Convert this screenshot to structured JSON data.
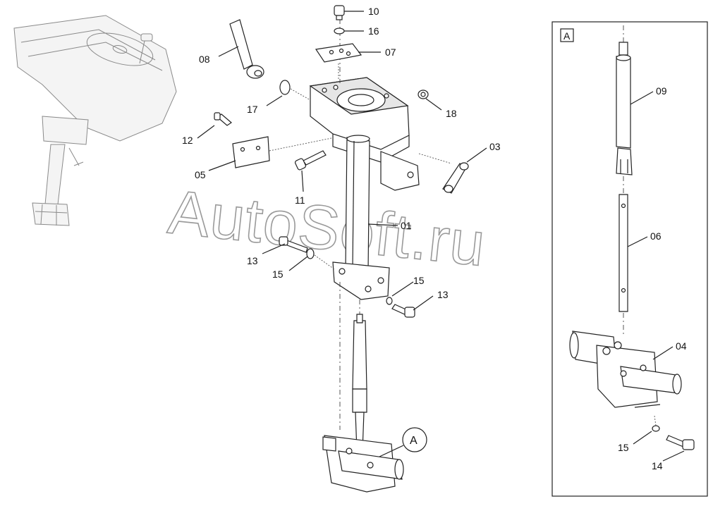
{
  "watermark": "AutoSoft.ru",
  "detail_view": {
    "tag": "A",
    "callout": "A"
  },
  "parts": {
    "p01": "01",
    "p03": "03",
    "p04": "04",
    "p05": "05",
    "p06": "06",
    "p07": "07",
    "p08": "08",
    "p09": "09",
    "p10": "10",
    "p11": "11",
    "p12": "12",
    "p13a": "13",
    "p13b": "13",
    "p14": "14",
    "p15a": "15",
    "p15b": "15",
    "p15c": "15",
    "p16": "16",
    "p17": "17",
    "p18": "18"
  }
}
